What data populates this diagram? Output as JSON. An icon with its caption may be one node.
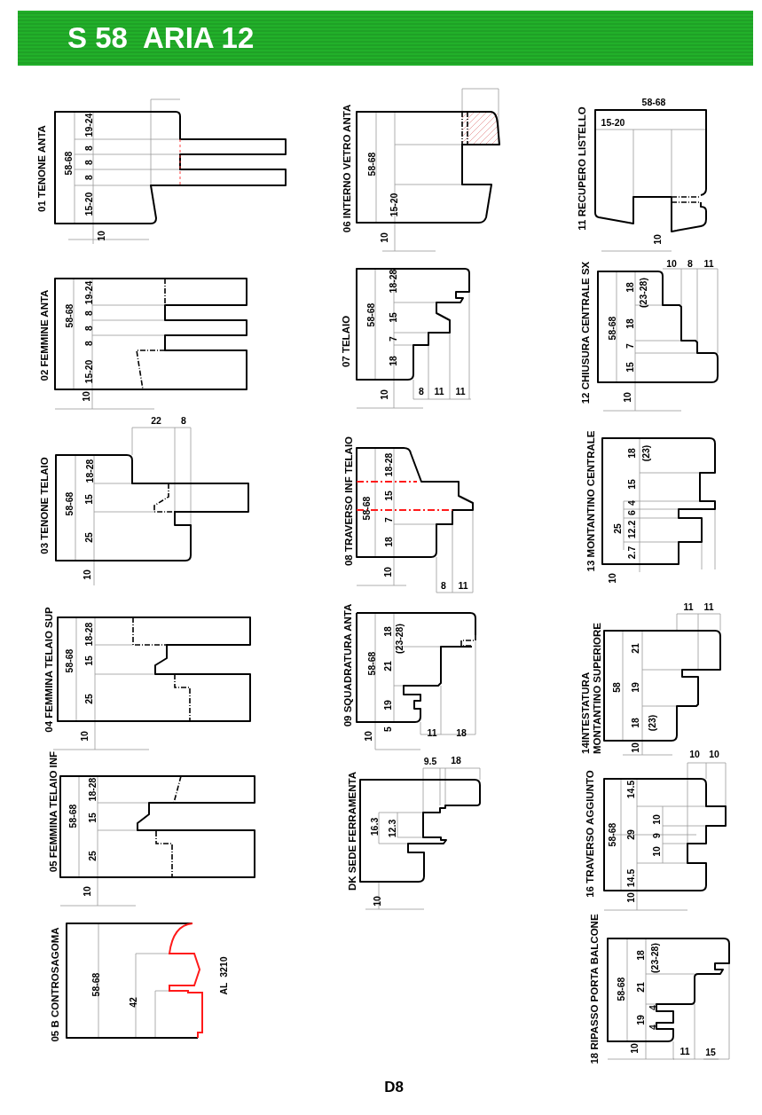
{
  "diagram": {
    "title": "S 58  ARIA 12",
    "nodes": [
      {
        "text": [
          "01 TENONE ANTA"
        ]
      },
      {
        "text": [
          "02 FEMMINE ANTA"
        ]
      },
      {
        "text": [
          "03 TENONE TELAIO"
        ]
      },
      {
        "text": [
          "04 FEMMINA TELAIO SUP"
        ]
      },
      {
        "text": [
          "05 FEMMINA TELAIO INF"
        ]
      },
      {
        "text": [
          "05 B CONTROSAGOMA"
        ]
      },
      {
        "text": [
          "06 INTERNO VETRO ANTA"
        ]
      },
      {
        "text": [
          "07 TELAIO"
        ]
      },
      {
        "text": [
          "08 TRAVERSO INF TELAIO"
        ]
      },
      {
        "text": [
          "09 SQUADRATURA ANTA"
        ]
      },
      {
        "text": [
          "DK SEDE FERRAMENTA"
        ]
      },
      {
        "text": [
          "11 RECUPERO LISTELLO"
        ]
      },
      {
        "text": [
          "12 CHIUSURA CENTRALE SX"
        ]
      },
      {
        "text": [
          "13 MONTANTINO CENTRALE"
        ]
      },
      {
        "text": [
          "14INTESTATURA MONTANTINO SUPERIORE"
        ]
      },
      {
        "text": [
          "16 TRAVERSO AGGIUNTO"
        ]
      },
      {
        "text": [
          "18 RIPASSO PORTA BALCONE"
        ]
      }
    ],
    "labels": [
      "58-68",
      "19-24",
      "8",
      "8",
      "8",
      "15-20",
      "10",
      "58-68",
      "19-24",
      "8",
      "8",
      "8",
      "15-20",
      "10",
      "22",
      "8",
      "18-28",
      "15",
      "58-68",
      "25",
      "10",
      "18-28",
      "58-68",
      "15",
      "25",
      "10",
      "18-28",
      "58-68",
      "15",
      "25",
      "10",
      "58-68",
      "42",
      "AL  3210",
      "58-68",
      "15-20",
      "10",
      "18-28",
      "58-68",
      "15",
      "7",
      "18",
      "10",
      "8",
      "11",
      "11",
      "18-28",
      "15",
      "58-68",
      "7",
      "18",
      "10",
      "8",
      "11",
      "18",
      "(23-28)",
      "58-68",
      "21",
      "19",
      "5",
      "10",
      "11",
      "18",
      "9.5",
      "18",
      "16.3",
      "12.3",
      "10",
      "58-68",
      "15-20",
      "10",
      "10",
      "8",
      "11",
      "18",
      "(23-28)",
      "58-68",
      "18",
      "7",
      "15",
      "10",
      "18",
      "(23)",
      "15",
      "4",
      "6",
      "25",
      "12.2",
      "2.7",
      "10",
      "11",
      "11",
      "21",
      "58",
      "19",
      "18",
      "(23)",
      "10",
      "10",
      "10",
      "14.5",
      "10",
      "58-68",
      "29",
      "9",
      "10",
      "14.5",
      "10",
      "18",
      "(23-28)",
      "58-68",
      "21",
      "4",
      "19",
      "4",
      "10",
      "11",
      "15",
      "D8"
    ]
  }
}
